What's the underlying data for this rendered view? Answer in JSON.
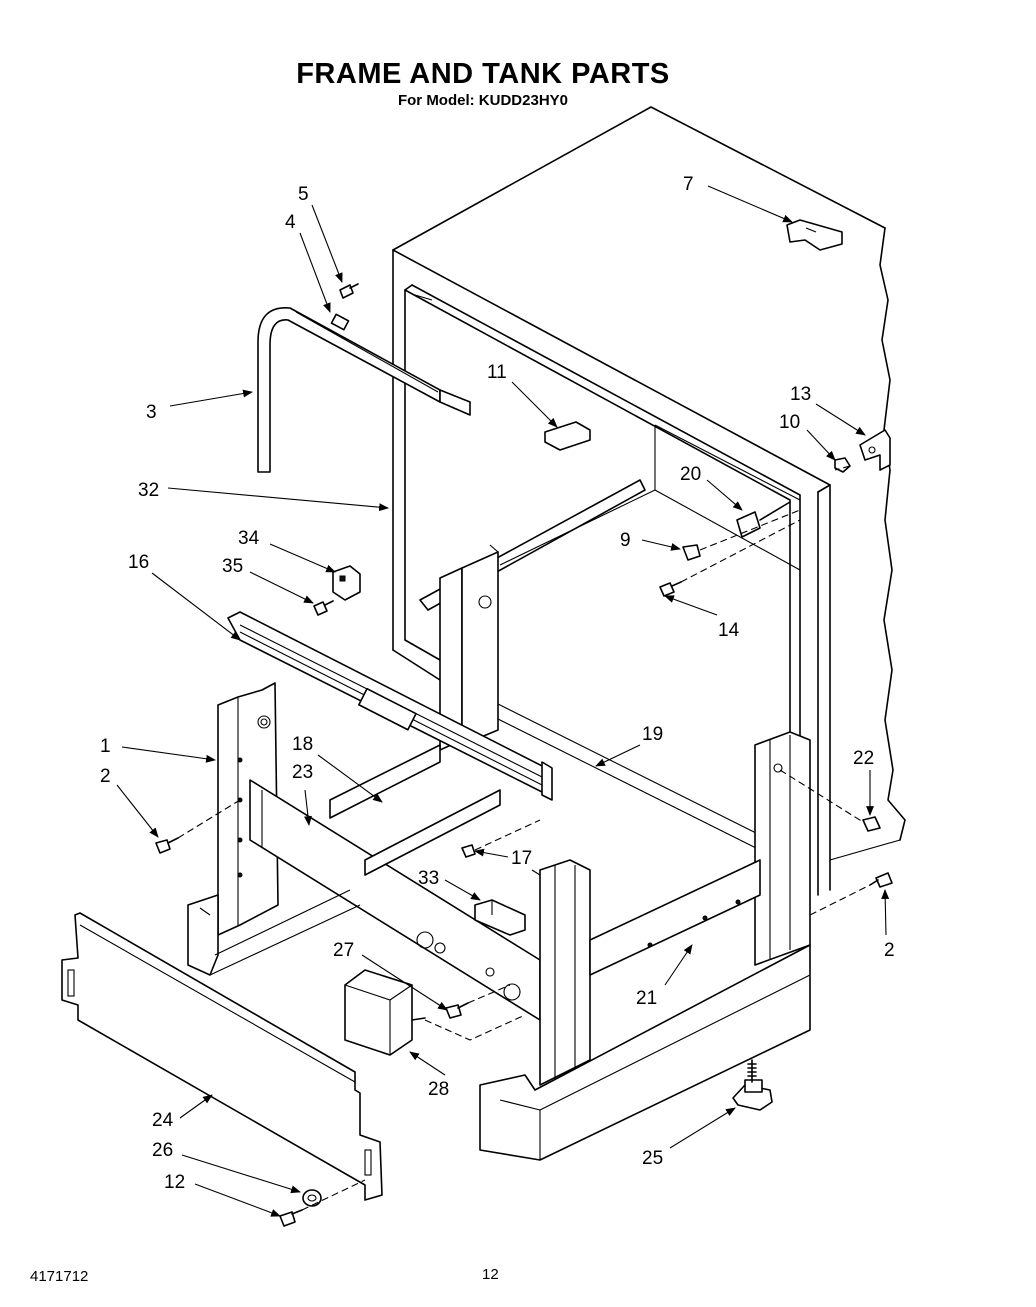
{
  "header": {
    "title": "FRAME AND TANK PARTS",
    "subtitle": "For Model: KUDD23HY0"
  },
  "footer": {
    "doc_number": "4171712",
    "page_number": "12"
  },
  "callouts": [
    "1",
    "2",
    "2",
    "3",
    "4",
    "5",
    "7",
    "9",
    "10",
    "11",
    "12",
    "13",
    "14",
    "16",
    "17",
    "18",
    "19",
    "20",
    "21",
    "22",
    "23",
    "24",
    "25",
    "26",
    "27",
    "28",
    "32",
    "33",
    "34",
    "35"
  ]
}
